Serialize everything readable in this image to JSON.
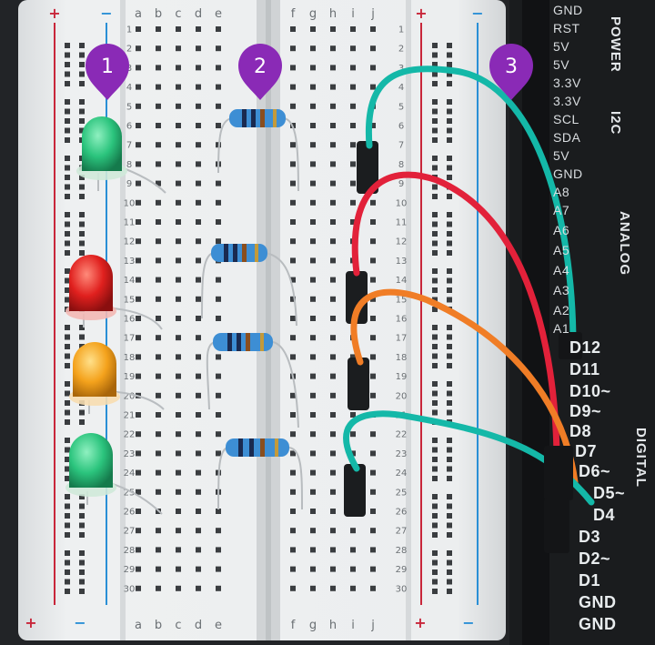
{
  "colors": {
    "board": "#eceeef",
    "hole": "#3a3d40",
    "rail_red": "#c8263a",
    "rail_blue": "#2a8fd6",
    "arduino": "#1a1c1e",
    "marker": "#8a2ab6",
    "wire_teal": "#14b8a8",
    "wire_red": "#e2213a",
    "wire_orange": "#f07d26",
    "led_green": "#2bc47d",
    "led_red": "#e0201e",
    "led_yellow": "#f4a21c"
  },
  "breadboard": {
    "left_columns_top": [
      "a",
      "b",
      "c",
      "d",
      "e"
    ],
    "right_columns_top": [
      "f",
      "g",
      "h",
      "i",
      "j"
    ],
    "left_columns_bottom": [
      "a",
      "b",
      "c",
      "d",
      "e"
    ],
    "right_columns_bottom": [
      "f",
      "g",
      "h",
      "i",
      "j"
    ],
    "rows_left": [
      "1",
      "2",
      "3",
      "4",
      "5",
      "6",
      "7",
      "8",
      "9",
      "10",
      "11",
      "12",
      "13",
      "14",
      "15",
      "16",
      "17",
      "18",
      "19",
      "20",
      "21",
      "22",
      "23",
      "24",
      "25",
      "26",
      "27",
      "28",
      "29",
      "30"
    ],
    "rows_right": [
      "1",
      "2",
      "3",
      "4",
      "5",
      "6",
      "7",
      "8",
      "9",
      "10",
      "11",
      "12",
      "13",
      "14",
      "15",
      "16",
      "17",
      "18",
      "19",
      "20",
      "21",
      "22",
      "23",
      "24",
      "25",
      "26",
      "27",
      "28",
      "29",
      "30"
    ],
    "rail_plus": "+",
    "rail_minus": "−"
  },
  "markers": [
    {
      "label": "1"
    },
    {
      "label": "2"
    },
    {
      "label": "3"
    }
  ],
  "arduino": {
    "power_pins": [
      "GND",
      "RST",
      "5V",
      "5V",
      "3.3V",
      "3.3V"
    ],
    "i2c_pins": [
      "SCL",
      "SDA",
      "5V",
      "GND"
    ],
    "analog_pins": [
      "A8",
      "A7",
      "A6",
      "A5",
      "A4",
      "A3",
      "A2",
      "A1"
    ],
    "digital_pins": [
      "D12",
      "D11",
      "D10~",
      "D9~",
      "D8",
      "D7",
      "D6~",
      "D5~",
      "D4",
      "D3",
      "D2~",
      "D1",
      "GND",
      "GND"
    ],
    "section_power": "POWER",
    "section_i2c": "I2C",
    "section_analog": "ANALOG",
    "section_digital": "DIGITAL"
  },
  "leds": [
    {
      "color": "green"
    },
    {
      "color": "red"
    },
    {
      "color": "yellow"
    },
    {
      "color": "green"
    }
  ]
}
